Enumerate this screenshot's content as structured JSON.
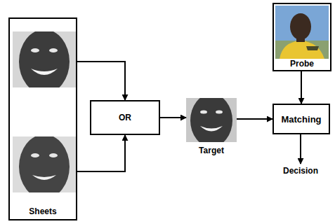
{
  "diagram": {
    "nodes": [
      {
        "text": [
          "Sheets"
        ]
      },
      {
        "text": [
          "OR"
        ]
      },
      {
        "text": [
          "Target"
        ]
      },
      {
        "text": [
          "Probe"
        ]
      },
      {
        "text": [
          "Matching"
        ]
      },
      {
        "text": [
          "Decision"
        ]
      }
    ],
    "edges": [
      {
        "from": 0,
        "to": 1,
        "arrow": "to"
      },
      {
        "from": 0,
        "to": 1,
        "arrow": "to"
      },
      {
        "from": 1,
        "to": 2,
        "arrow": "to"
      },
      {
        "from": 2,
        "to": 4,
        "arrow": "to"
      },
      {
        "from": 3,
        "to": 4,
        "arrow": "to"
      },
      {
        "from": 4,
        "to": 5,
        "arrow": "to"
      }
    ]
  }
}
